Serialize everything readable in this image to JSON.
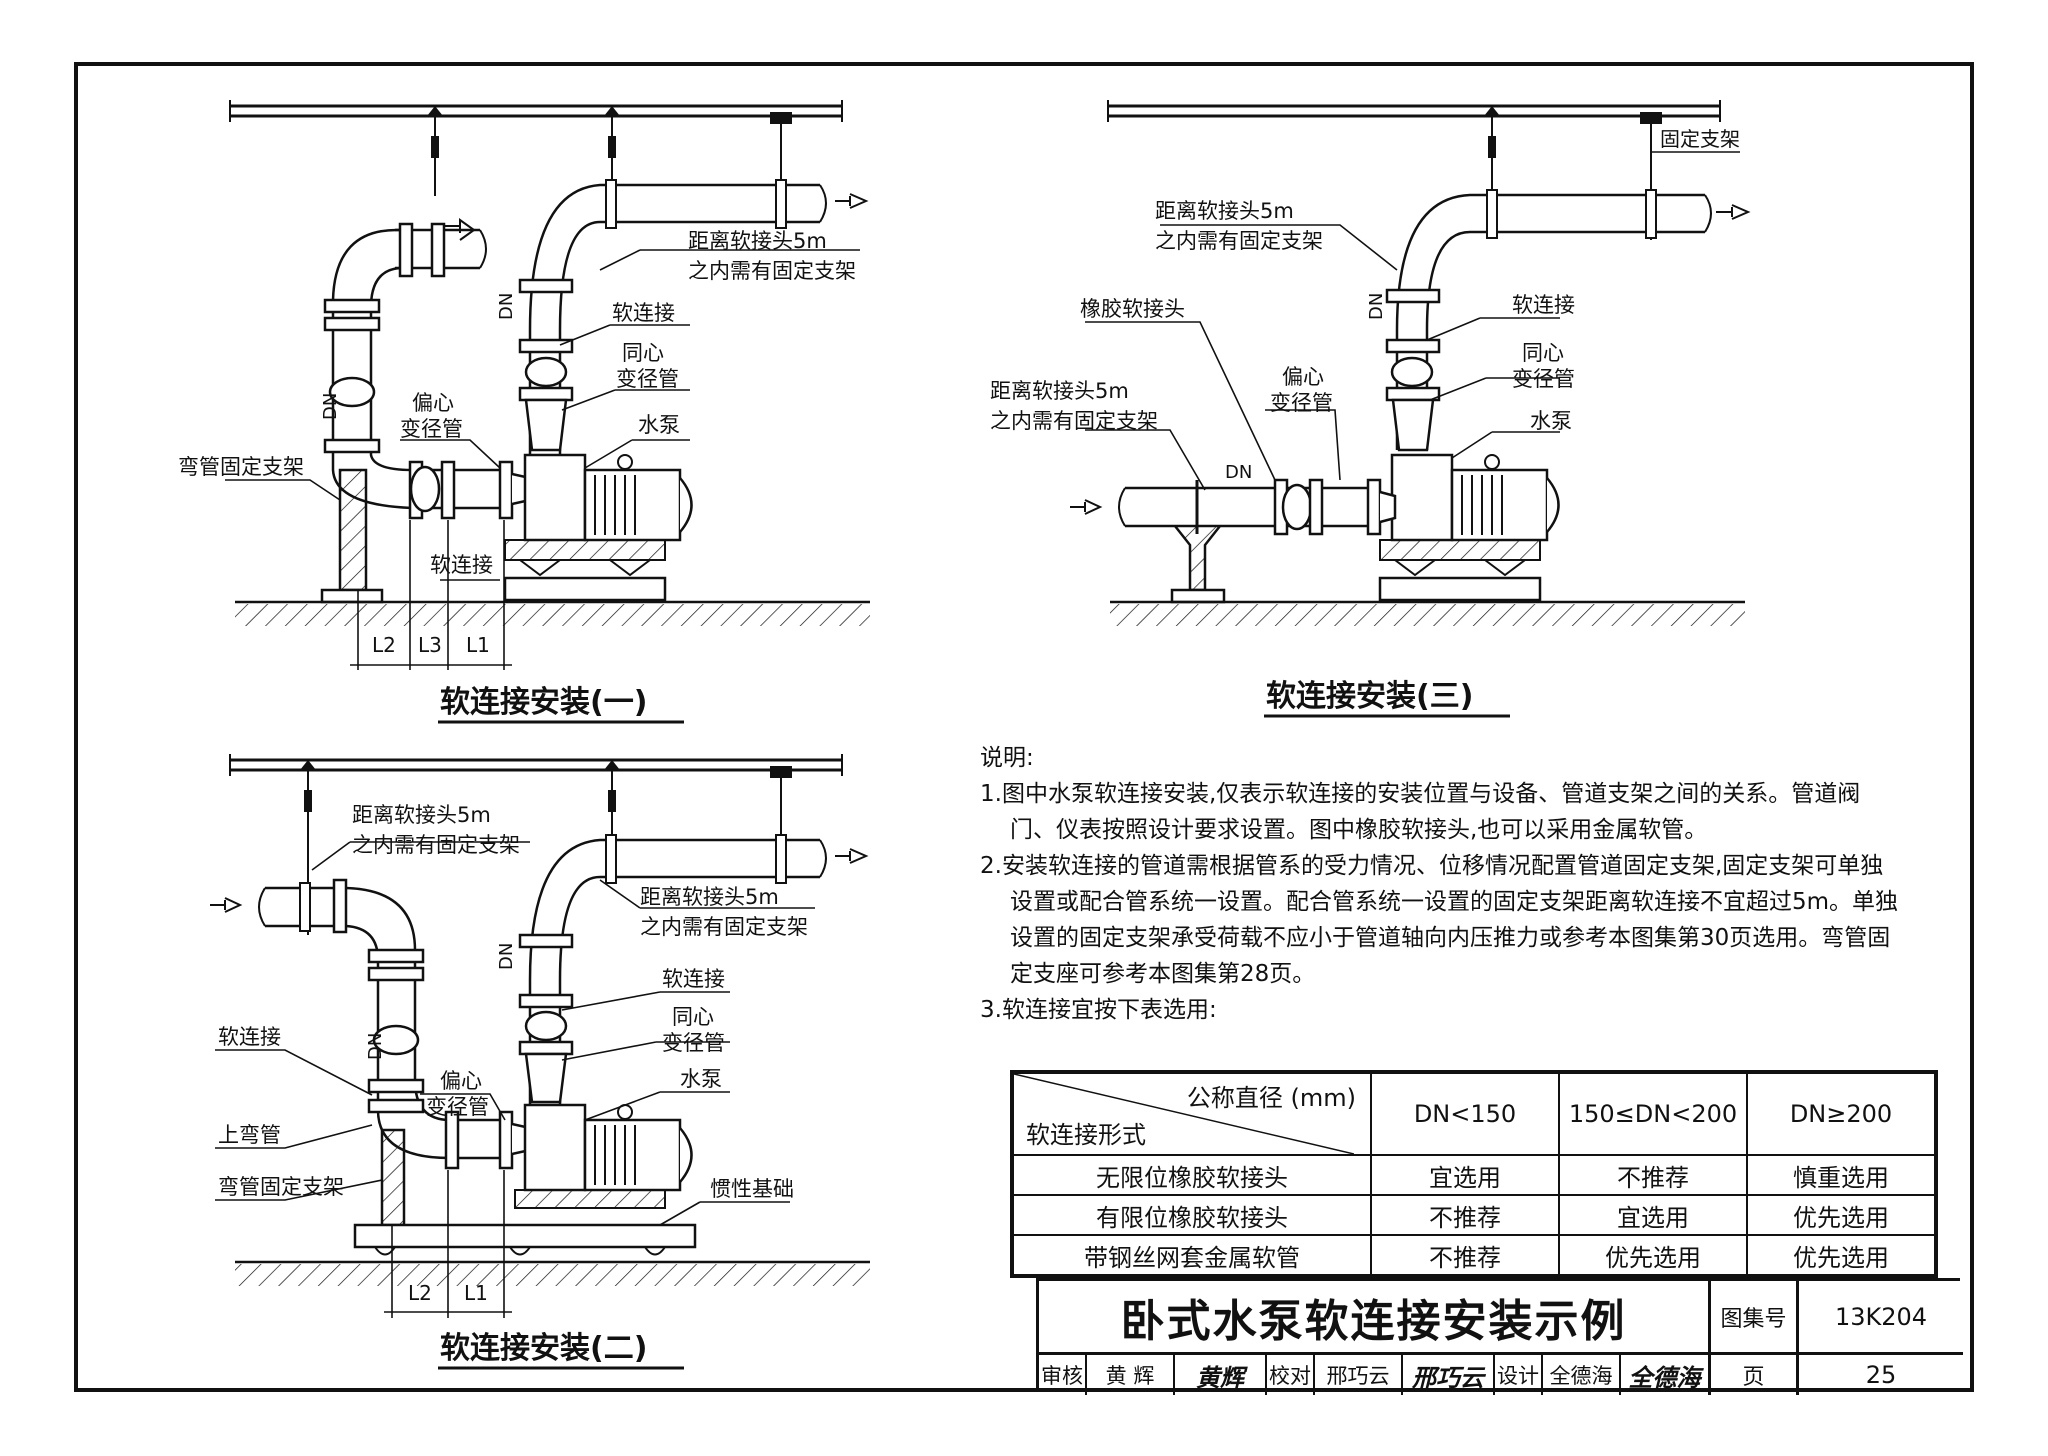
{
  "fig1": {
    "title": "软连接安装(一)",
    "note_fixed": [
      "距离软接头5m",
      "之内需有固定支架"
    ],
    "soft_joint": "软连接",
    "concentric": [
      "同心",
      "变径管"
    ],
    "pump": "水泵",
    "eccentric": [
      "偏心",
      "变径管"
    ],
    "elbow_support": "弯管固定支架",
    "soft_joint_low": "软连接",
    "dn": "DN",
    "dims": [
      "L2",
      "L3",
      "L1"
    ]
  },
  "fig2": {
    "title": "软连接安装(二)",
    "note_fixed_left": [
      "距离软接头5m",
      "之内需有固定支架"
    ],
    "note_fixed_right": [
      "距离软接头5m",
      "之内需有固定支架"
    ],
    "soft_joint_right": "软连接",
    "concentric": [
      "同心",
      "变径管"
    ],
    "pump": "水泵",
    "soft_joint_left": "软连接",
    "eccentric": [
      "偏心",
      "变径管"
    ],
    "upper_elbow": "上弯管",
    "elbow_support": "弯管固定支架",
    "inertia_base": "惯性基础",
    "dn": "DN",
    "dims": [
      "L2",
      "L1"
    ]
  },
  "fig3": {
    "title": "软连接安装(三)",
    "fixed_support": "固定支架",
    "note_fixed_top": [
      "距离软接头5m",
      "之内需有固定支架"
    ],
    "rubber_joint": "橡胶软接头",
    "soft_joint": "软连接",
    "concentric": [
      "同心",
      "变径管"
    ],
    "eccentric": [
      "偏心",
      "变径管"
    ],
    "note_fixed_left": [
      "距离软接头5m",
      "之内需有固定支架"
    ],
    "pump": "水泵",
    "dn": "DN"
  },
  "notes": {
    "heading": "说明:",
    "items": [
      "1.图中水泵软连接安装,仅表示软连接的安装位置与设备、管道支架之间的关系。管道阀门、仪表按照设计要求设置。图中橡胶软接头,也可以采用金属软管。",
      "2.安装软连接的管道需根据管系的受力情况、位移情况配置管道固定支架,固定支架可单独设置或配合管系统一设置。配合管系统一设置的固定支架距离软连接不宜超过5m。单独设置的固定支架承受荷载不应小于管道轴向内压推力或参考本图集第30页选用。弯管固定支座可参考本图集第28页。",
      "3.软连接宜按下表选用:"
    ]
  },
  "table": {
    "header_top": "公称直径 (mm)",
    "header_bottom": "软连接形式",
    "columns": [
      "DN<150",
      "150≤DN<200",
      "DN≥200"
    ],
    "rows": [
      {
        "name": "无限位橡胶软接头",
        "values": [
          "宜选用",
          "不推荐",
          "慎重选用"
        ]
      },
      {
        "name": "有限位橡胶软接头",
        "values": [
          "不推荐",
          "宜选用",
          "优先选用"
        ]
      },
      {
        "name": "带钢丝网套金属软管",
        "values": [
          "不推荐",
          "优先选用",
          "优先选用"
        ]
      }
    ]
  },
  "titleblock": {
    "title": "卧式水泵软连接安装示例",
    "atlas_label": "图集号",
    "atlas_no": "13K204",
    "page_label": "页",
    "page_no": "25",
    "review_label": "审核",
    "reviewer": "黄 辉",
    "reviewer_sig": "黄辉",
    "check_label": "校对",
    "checker": "邢巧云",
    "checker_sig": "邢巧云",
    "design_label": "设计",
    "designer": "全德海",
    "designer_sig": "全德海"
  }
}
